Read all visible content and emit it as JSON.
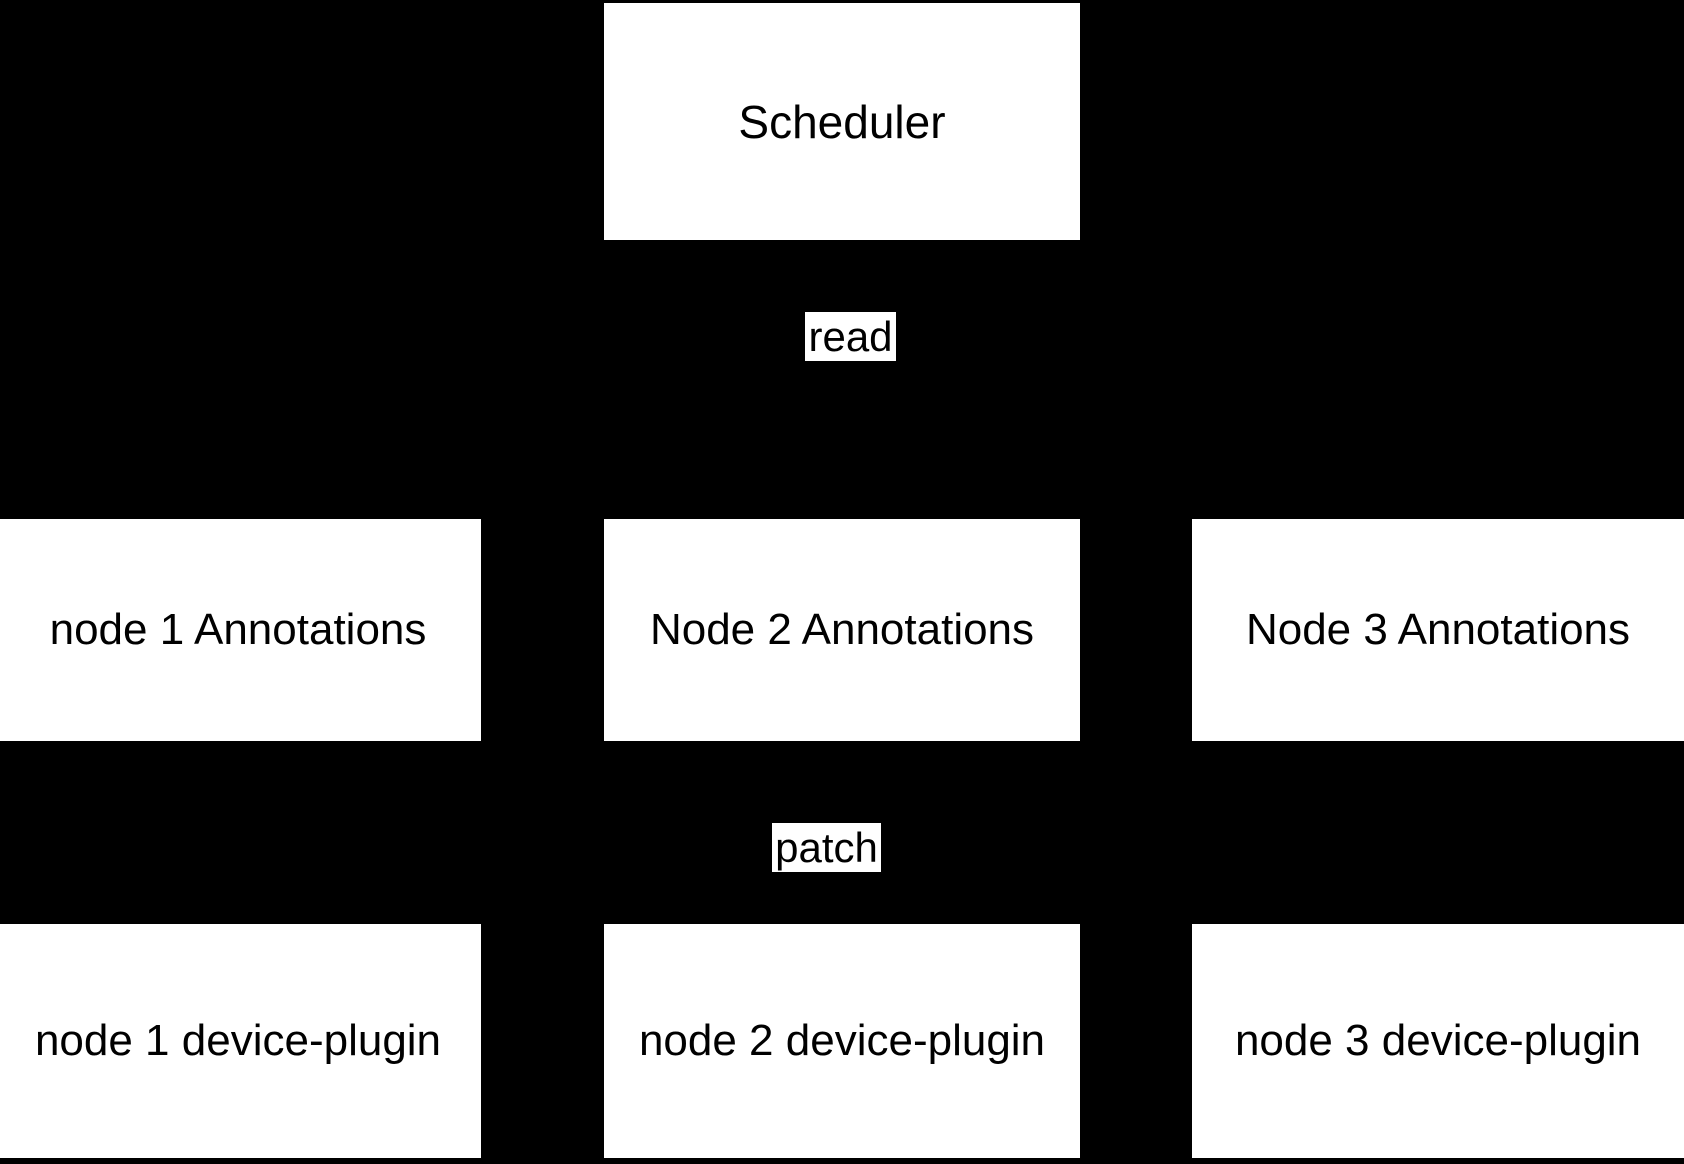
{
  "diagram": {
    "background_color": "#000000",
    "box_fill_color": "#ffffff",
    "text_color": "#000000",
    "nodes": {
      "scheduler": {
        "label": "Scheduler"
      },
      "annotations": [
        {
          "label": "node 1 Annotations"
        },
        {
          "label": "Node 2 Annotations"
        },
        {
          "label": "Node 3 Annotations"
        }
      ],
      "device_plugins": [
        {
          "label": "node 1 device-plugin"
        },
        {
          "label": "node 2 device-plugin"
        },
        {
          "label": "node 3 device-plugin"
        }
      ]
    },
    "edge_labels": {
      "read": "read",
      "patch": "patch"
    }
  }
}
